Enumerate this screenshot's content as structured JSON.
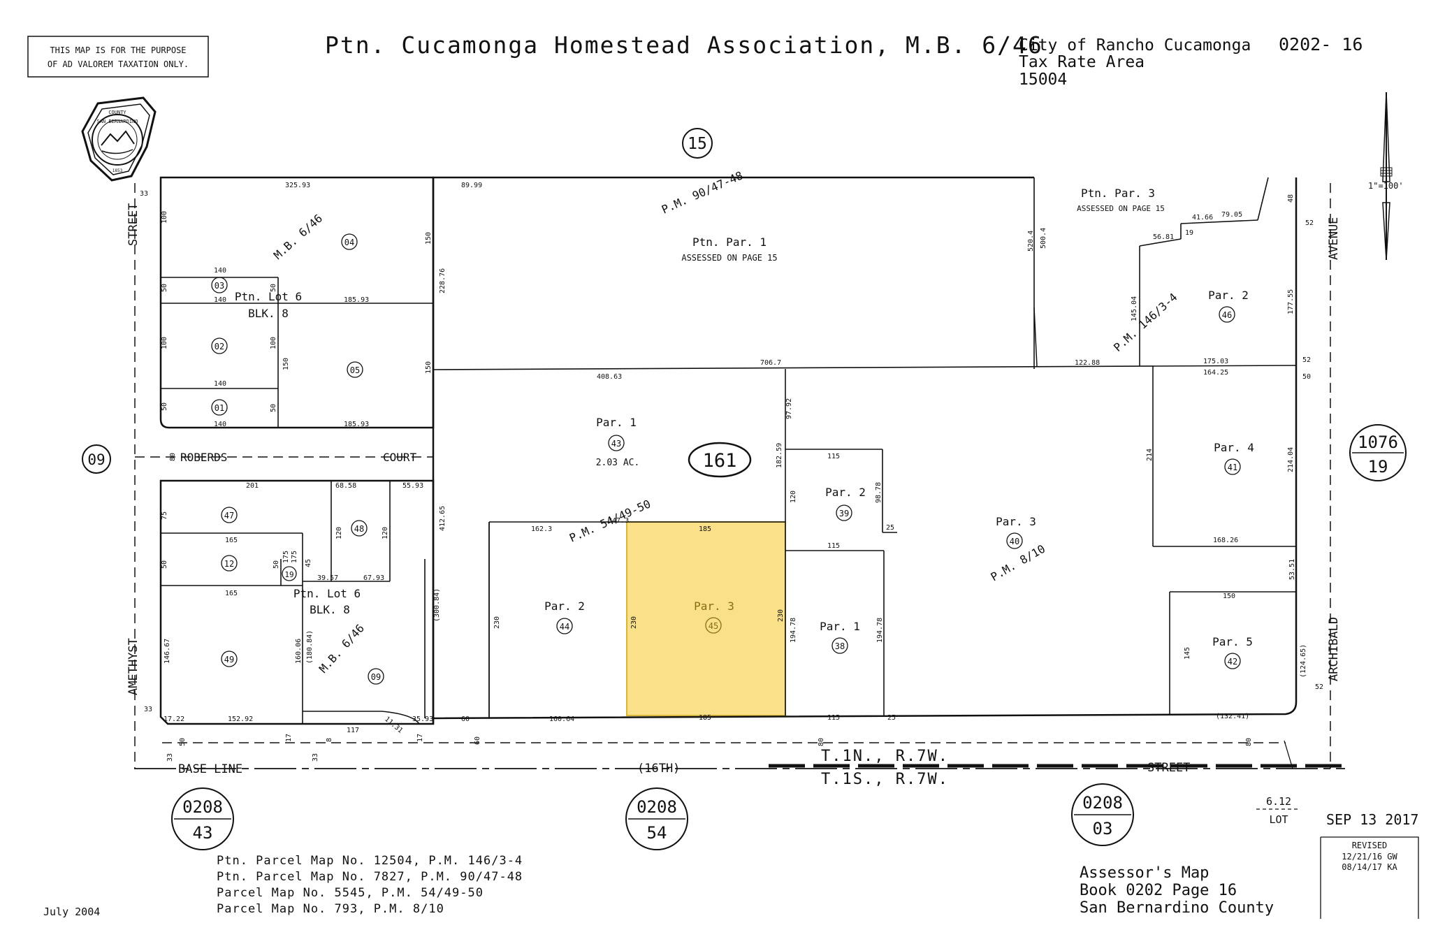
{
  "disclaimer": [
    "THIS MAP IS FOR THE PURPOSE",
    "OF AD VALOREM TAXATION ONLY."
  ],
  "title": "Ptn. Cucamonga Homestead Association, M.B. 6/46",
  "city": "City of Rancho Cucamonga",
  "tax_rate_area_label": "Tax Rate Area",
  "tax_rate_area": "15004",
  "page_id": "0202- 16",
  "scale": "1\"=100'",
  "seal": {
    "top": "COUNTY",
    "name": "SAN BERNARDINO",
    "year": "1853"
  },
  "page_refs": {
    "top": "15",
    "left": "09",
    "block": "161"
  },
  "adjacent_pages": {
    "right": [
      "1076",
      "19"
    ],
    "bottom_left": [
      "0208",
      "43"
    ],
    "bottom_mid": [
      "0208",
      "54"
    ],
    "bottom_right": [
      "0208",
      "03"
    ]
  },
  "streets": {
    "amethyst_top": "STREET",
    "amethyst_bottom": "AMETHYST",
    "archibald_top": "AVENUE",
    "archibald_bottom": "ARCHIBALD",
    "base_line": "BASE LINE",
    "sixteenth": "(16TH)",
    "street": "STREET",
    "roberds": "ROBERDS",
    "court": "COURT"
  },
  "township": {
    "north": "T.1N., R.7W.",
    "south": "T.1S., R.7W."
  },
  "lot_note": {
    "value": "6.12",
    "label": "LOT"
  },
  "left_block": {
    "mb": "M.B. 6/46",
    "lot_upper": "Ptn. Lot 6",
    "blk_upper": "BLK. 8",
    "lot_lower": "Ptn. Lot 6",
    "blk_lower": "BLK. 8",
    "parcels": [
      "04",
      "03",
      "02",
      "01",
      "05",
      "47",
      "48",
      "12",
      "19",
      "49",
      "09"
    ]
  },
  "parcels": {
    "ptn_par1": {
      "label": "Ptn. Par. 1",
      "note": "ASSESSED ON PAGE 15"
    },
    "ptn_par3": {
      "label": "Ptn. Par. 3",
      "note": "ASSESSED ON PAGE 15"
    },
    "par2_ne": {
      "label": "Par. 2",
      "num": "46"
    },
    "par1": {
      "label": "Par. 1",
      "num": "43",
      "area": "2.03 AC."
    },
    "par2_w": {
      "label": "Par. 2",
      "num": "44"
    },
    "par3_hl": {
      "label": "Par. 3",
      "num": "45"
    },
    "par2_c": {
      "label": "Par. 2",
      "num": "39"
    },
    "par1_c": {
      "label": "Par. 1",
      "num": "38"
    },
    "par3_e": {
      "label": "Par. 3",
      "num": "40"
    },
    "par4": {
      "label": "Par. 4",
      "num": "41"
    },
    "par5": {
      "label": "Par. 5",
      "num": "42"
    }
  },
  "plat_refs": {
    "pm_90": "P.M. 90/47-48",
    "pm_146": "P.M. 146/3-4",
    "pm_54": "P.M. 54/49-50",
    "pm_8": "P.M. 8/10"
  },
  "dimensions": {
    "d325": "325.93",
    "d89": "89.99",
    "d100a": "100",
    "d33a": "33",
    "d140a": "140",
    "d50a": "50",
    "d50b": "50",
    "d140b": "140",
    "d185a": "185.93",
    "d150a": "150",
    "d228": "228.76",
    "d100b": "100",
    "d100c": "100",
    "d150b": "150",
    "d140c": "140",
    "d50c": "50",
    "d50d": "50",
    "d140d": "140",
    "d185b": "185.93",
    "d150c": "150",
    "d408": "408.63",
    "d706": "706.7",
    "d520": "520.4",
    "d500": "500.4",
    "d41": "41.66",
    "d79": "79.05",
    "d48": "48",
    "d56": "56.81",
    "d19": "19",
    "d145": "145.04",
    "d177": "177.55",
    "d52a": "52",
    "d122": "122.88",
    "d175": "175.03",
    "d164": "164.25",
    "d52b": "52",
    "d50e": "50",
    "d97": "97.92",
    "d182": "182.59",
    "d115a": "115",
    "d98": "98.78",
    "d120a": "120",
    "d25a": "25",
    "d214a": "214",
    "d214b": "214.04",
    "d201": "201",
    "d68": "68.58",
    "d55": "55.93",
    "d412": "412.65",
    "d75": "75",
    "d165a": "165",
    "d120b": "120",
    "d120c": "120",
    "d162": "162.3",
    "d347": "347.3",
    "d185c": "185",
    "d115b": "115",
    "d168": "168.26",
    "d50f": "50",
    "d50g": "50",
    "d175b": "175",
    "d175c": "175",
    "d45": "45",
    "d39": "39.57",
    "d67": "67.93",
    "d300": "(300.84)",
    "d53": "53.51",
    "d165b": "165",
    "d150d": "150",
    "d230a": "230",
    "d230b": "230",
    "d230c": "230",
    "d194a": "194.78",
    "d194b": "194.78",
    "d146": "146.67",
    "d160": "160.06",
    "d180": "(180.84)",
    "d145b": "145",
    "d124": "(124.65)",
    "d33b": "33",
    "d17a": "17.22",
    "d152": "152.92",
    "d17b": "17",
    "d117": "117",
    "d11": "11.31",
    "d35": "35.93",
    "d17c": "17",
    "d60a": "60",
    "d60b": "60",
    "d160b": "160.64",
    "d185d": "185",
    "d115c": "115",
    "d25b": "25",
    "d132": "(132.41)",
    "d52c": "52",
    "d50h": "50",
    "d33c": "33",
    "d33d": "33",
    "d8a": "8",
    "d80a": "80",
    "d80b": "80",
    "d80c": "80"
  },
  "parcel_maps": [
    "Ptn. Parcel Map No. 12504, P.M. 146/3-4",
    "Ptn. Parcel Map No. 7827, P.M. 90/47-48",
    "Parcel Map No. 5545, P.M. 54/49-50",
    "Parcel Map No. 793, P.M. 8/10"
  ],
  "date": "July 2004",
  "stamp": "SEP 13 2017",
  "revised": {
    "label": "REVISED",
    "lines": [
      "12/21/16 GW",
      "08/14/17 KA"
    ]
  },
  "assessor": [
    "Assessor's Map",
    "Book 0202 Page 16",
    "San Bernardino County"
  ],
  "colors": {
    "highlight": "#fbe08a",
    "highlight_stroke": "#d8b638",
    "ink": "#111111"
  }
}
